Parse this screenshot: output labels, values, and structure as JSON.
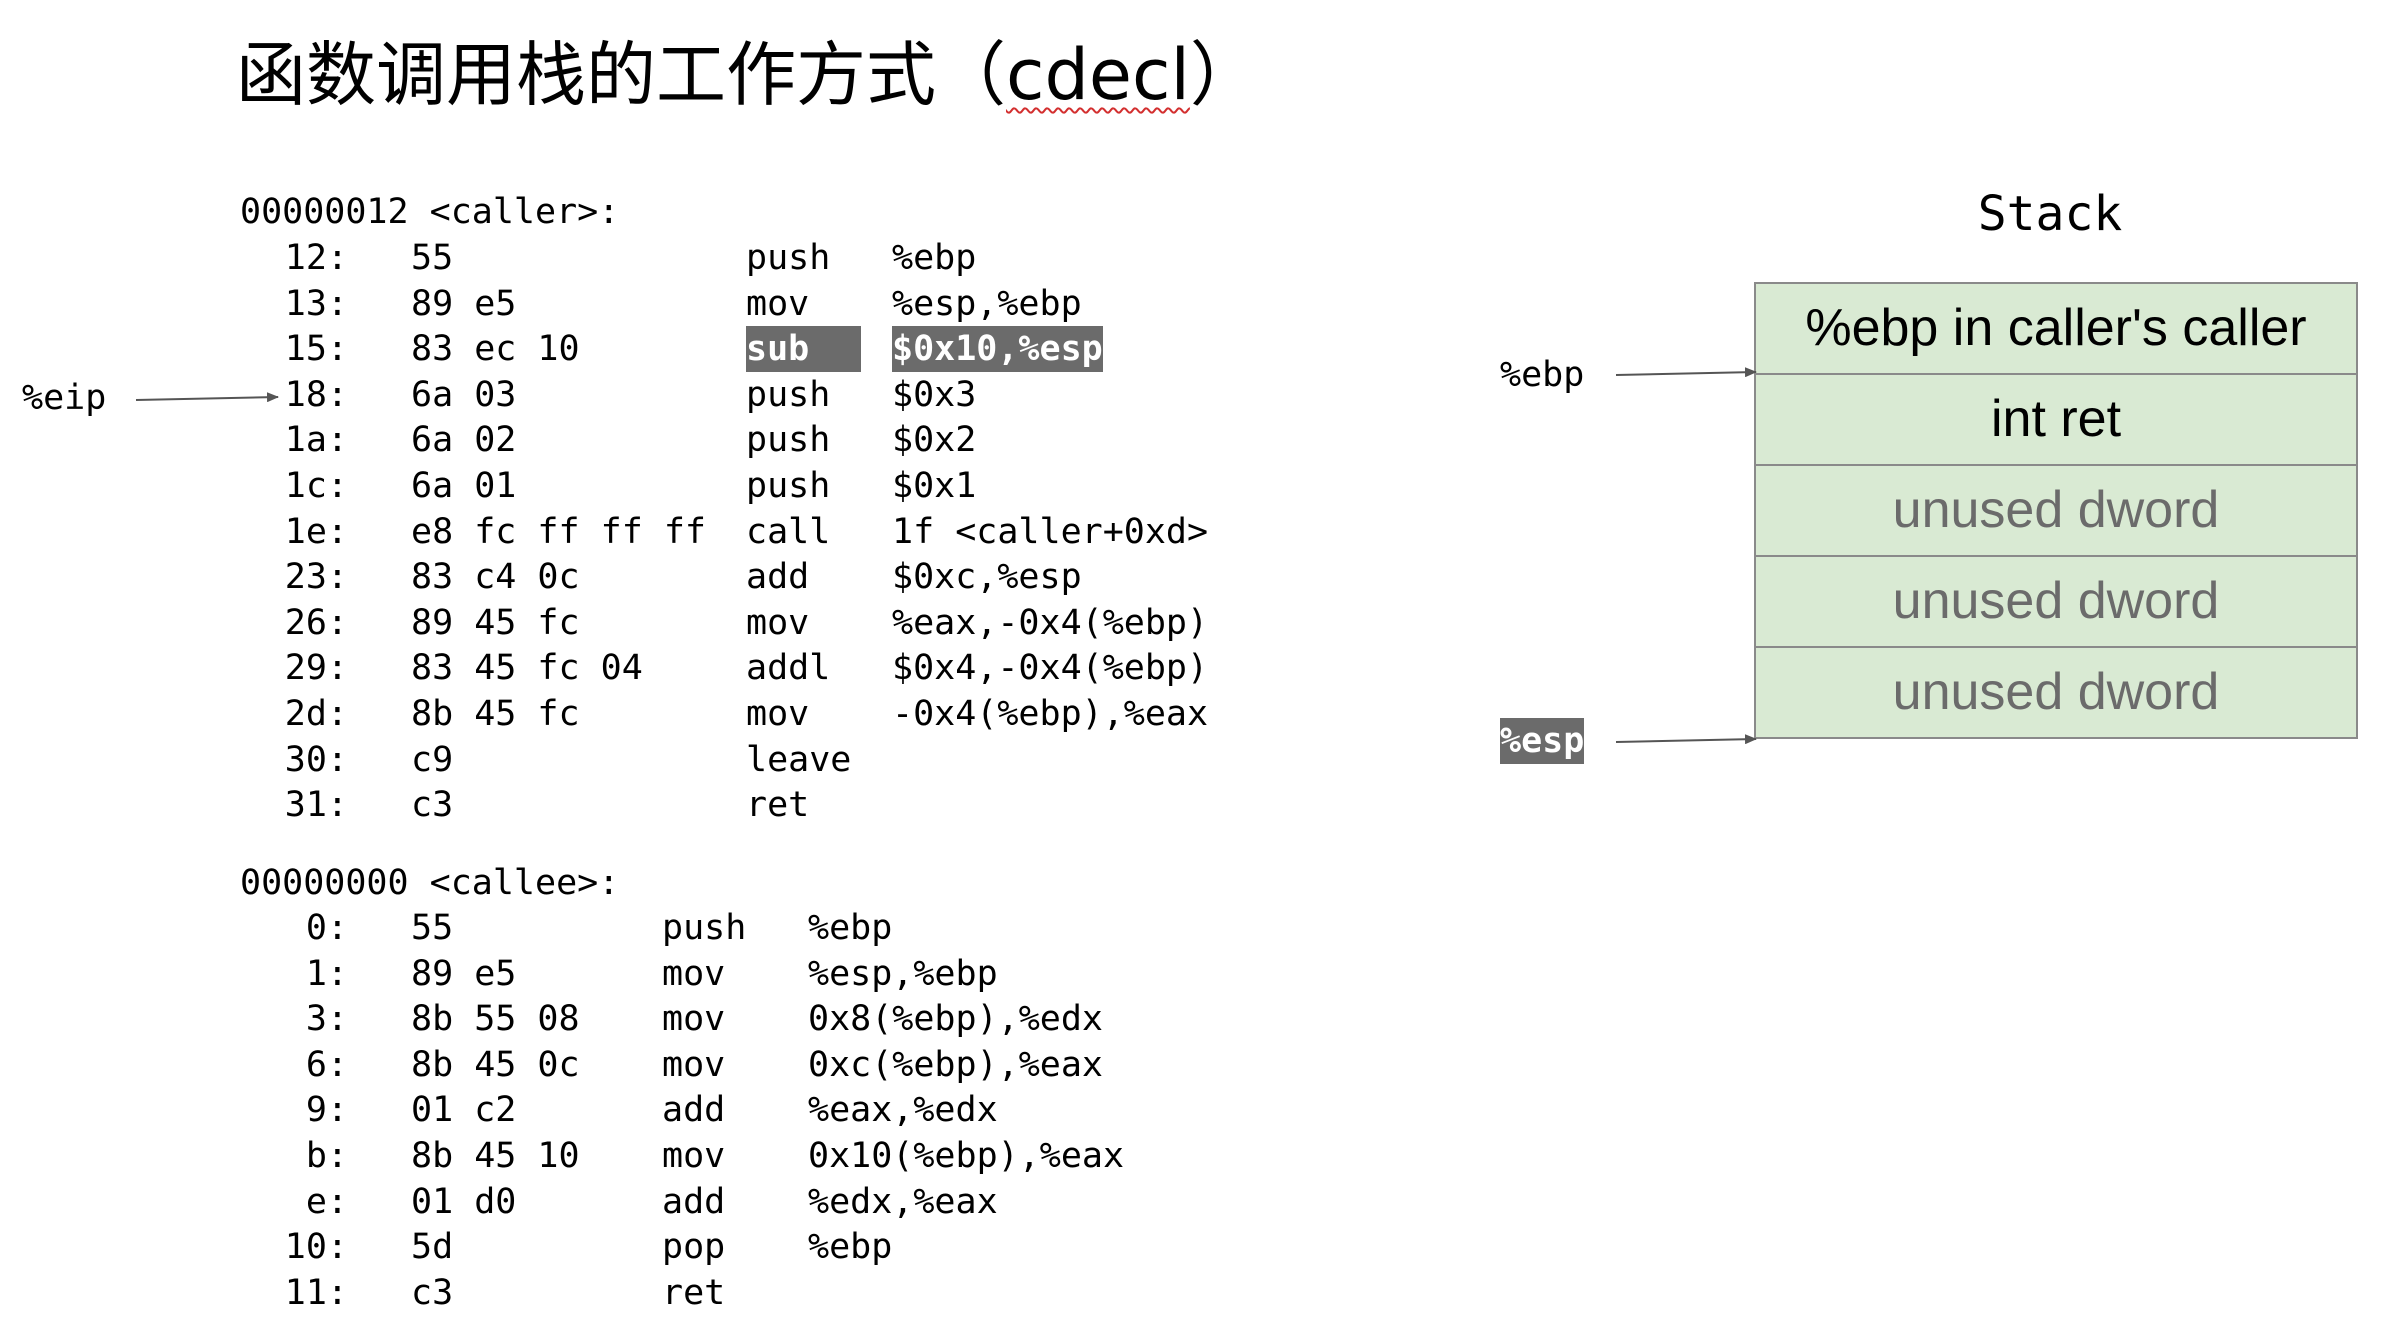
{
  "title": {
    "main": "函数调用栈的工作方式（",
    "keyword": "cdecl",
    "close": "）"
  },
  "caller": {
    "header": "00000012 <caller>:",
    "rows": [
      {
        "addr": "12:",
        "bytes": "55",
        "op": "push",
        "args": "%ebp"
      },
      {
        "addr": "13:",
        "bytes": "89 e5",
        "op": "mov",
        "args": "%esp,%ebp"
      },
      {
        "addr": "15:",
        "bytes": "83 ec 10",
        "op": "sub",
        "args": "$0x10,%esp",
        "highlight": true
      },
      {
        "addr": "18:",
        "bytes": "6a 03",
        "op": "push",
        "args": "$0x3"
      },
      {
        "addr": "1a:",
        "bytes": "6a 02",
        "op": "push",
        "args": "$0x2"
      },
      {
        "addr": "1c:",
        "bytes": "6a 01",
        "op": "push",
        "args": "$0x1"
      },
      {
        "addr": "1e:",
        "bytes": "e8 fc ff ff ff",
        "op": "call",
        "args": "1f <caller+0xd>"
      },
      {
        "addr": "23:",
        "bytes": "83 c4 0c",
        "op": "add",
        "args": "$0xc,%esp"
      },
      {
        "addr": "26:",
        "bytes": "89 45 fc",
        "op": "mov",
        "args": "%eax,-0x4(%ebp)"
      },
      {
        "addr": "29:",
        "bytes": "83 45 fc 04",
        "op": "addl",
        "args": "$0x4,-0x4(%ebp)"
      },
      {
        "addr": "2d:",
        "bytes": "8b 45 fc",
        "op": "mov",
        "args": "-0x4(%ebp),%eax"
      },
      {
        "addr": "30:",
        "bytes": "c9",
        "op": "leave",
        "args": ""
      },
      {
        "addr": "31:",
        "bytes": "c3",
        "op": "ret",
        "args": ""
      }
    ]
  },
  "callee": {
    "header": "00000000 <callee>:",
    "rows": [
      {
        "addr": "0:",
        "bytes": "55",
        "op": "push",
        "args": "%ebp"
      },
      {
        "addr": "1:",
        "bytes": "89 e5",
        "op": "mov",
        "args": "%esp,%ebp"
      },
      {
        "addr": "3:",
        "bytes": "8b 55 08",
        "op": "mov",
        "args": "0x8(%ebp),%edx"
      },
      {
        "addr": "6:",
        "bytes": "8b 45 0c",
        "op": "mov",
        "args": "0xc(%ebp),%eax"
      },
      {
        "addr": "9:",
        "bytes": "01 c2",
        "op": "add",
        "args": "%eax,%edx"
      },
      {
        "addr": "b:",
        "bytes": "8b 45 10",
        "op": "mov",
        "args": "0x10(%ebp),%eax"
      },
      {
        "addr": "e:",
        "bytes": "01 d0",
        "op": "add",
        "args": "%edx,%eax"
      },
      {
        "addr": "10:",
        "bytes": "5d",
        "op": "pop",
        "args": "%ebp"
      },
      {
        "addr": "11:",
        "bytes": "c3",
        "op": "ret",
        "args": ""
      }
    ]
  },
  "registers": {
    "eip": "%eip",
    "ebp": "%ebp",
    "esp": "%esp"
  },
  "stack": {
    "title": "Stack",
    "cells": [
      {
        "label": "%ebp in caller's caller",
        "style": "dark"
      },
      {
        "label": "int ret",
        "style": "dark"
      },
      {
        "label": "unused dword",
        "style": "dim"
      },
      {
        "label": "unused dword",
        "style": "dim"
      },
      {
        "label": "unused dword",
        "style": "dim"
      }
    ]
  },
  "colors": {
    "cell_fill": "#d9ead3",
    "cell_border": "#8a8a8a",
    "highlight_bg": "#6b6b6b",
    "arrow": "#555555",
    "squiggle": "#d32f2f"
  }
}
